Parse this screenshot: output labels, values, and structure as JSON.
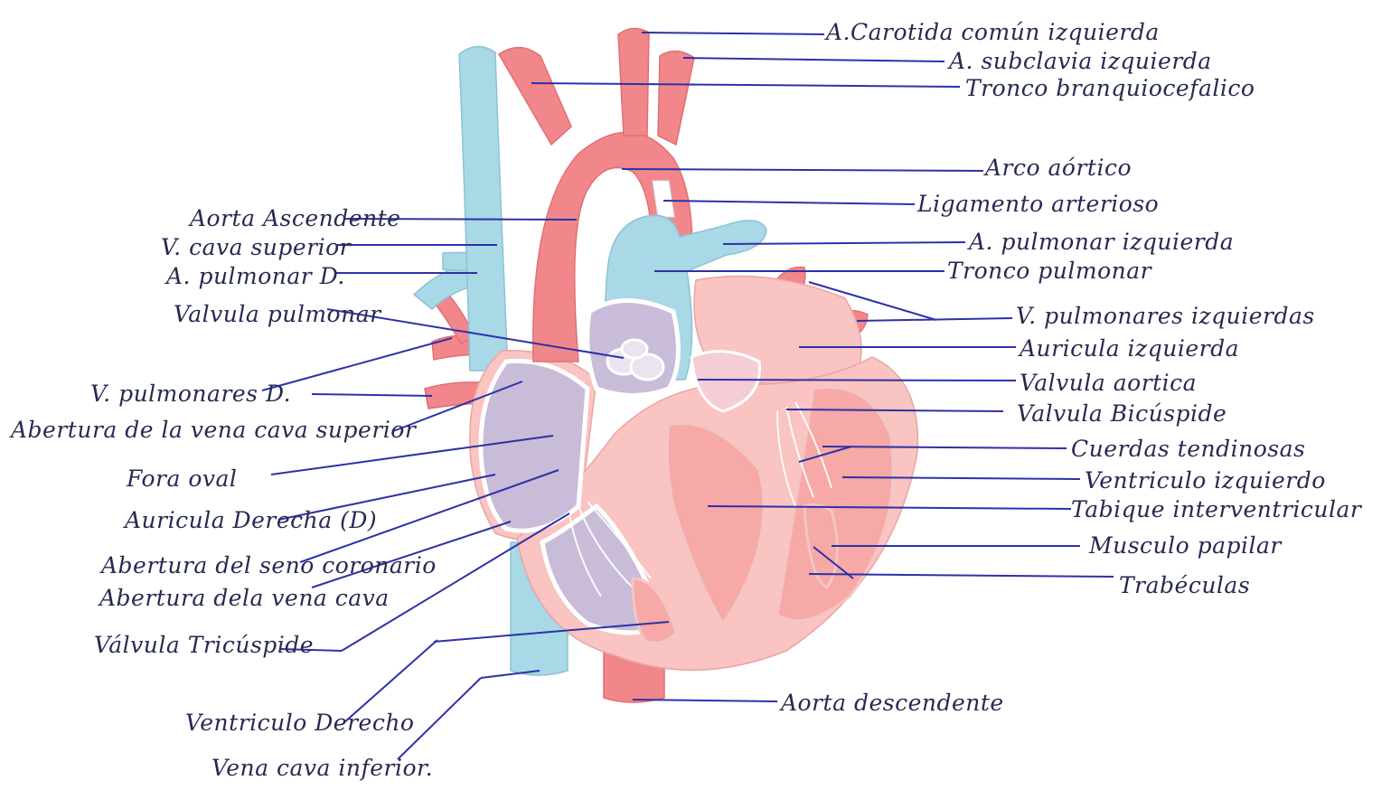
{
  "colors": {
    "artery": "#f2878b",
    "vein": "#a9d8e6",
    "myocardium": "#f6a9a6",
    "chamber_interior": "#c9bcd8",
    "leader_line": "#2d31a8",
    "label_ink": "#262a52"
  },
  "labels": {
    "left": {
      "aorta_ascendente": "Aorta Ascendente",
      "vena_cava_superior": "V. cava superior",
      "arteria_pulmonar_derecha": "A. pulmonar D.",
      "valvula_pulmonar": "Valvula pulmonar",
      "venas_pulmonares_derechas": "V. pulmonares D.",
      "abertura_vena_cava_superior": "Abertura de la vena cava superior",
      "fosa_oval": "Fora oval",
      "auricula_derecha": "Auricula Derecha (D)",
      "abertura_seno_coronario": "Abertura del seno coronario",
      "abertura_vena_cava": "Abertura dela vena cava",
      "valvula_tricuspide": "Válvula Tricúspide",
      "ventriculo_derecho": "Ventriculo Derecho",
      "vena_cava_inferior": "Vena cava inferior."
    },
    "right": {
      "carotida_comun_izquierda": "A.Carotida común izquierda",
      "subclavia_izquierda": "A. subclavia izquierda",
      "tronco_braquiocefalico": "Tronco branquiocefalico",
      "arco_aortico": "Arco aórtico",
      "ligamento_arterioso": "Ligamento arterioso",
      "arteria_pulmonar_izquierda": "A. pulmonar izquierda",
      "tronco_pulmonar": "Tronco pulmonar",
      "venas_pulmonares_izquierdas": "V. pulmonares izquierdas",
      "auricula_izquierda": "Auricula izquierda",
      "valvula_aortica": "Valvula aortica",
      "valvula_bicuspide": "Valvula Bicúspide",
      "cuerdas_tendinosas": "Cuerdas tendinosas",
      "ventriculo_izquierdo": "Ventriculo izquierdo",
      "tabique_interventricular": "Tabique interventricular",
      "musculo_papilar": "Musculo papilar",
      "trabeculas": "Trabéculas"
    },
    "bottom": {
      "aorta_descendente": "Aorta descendente"
    }
  }
}
